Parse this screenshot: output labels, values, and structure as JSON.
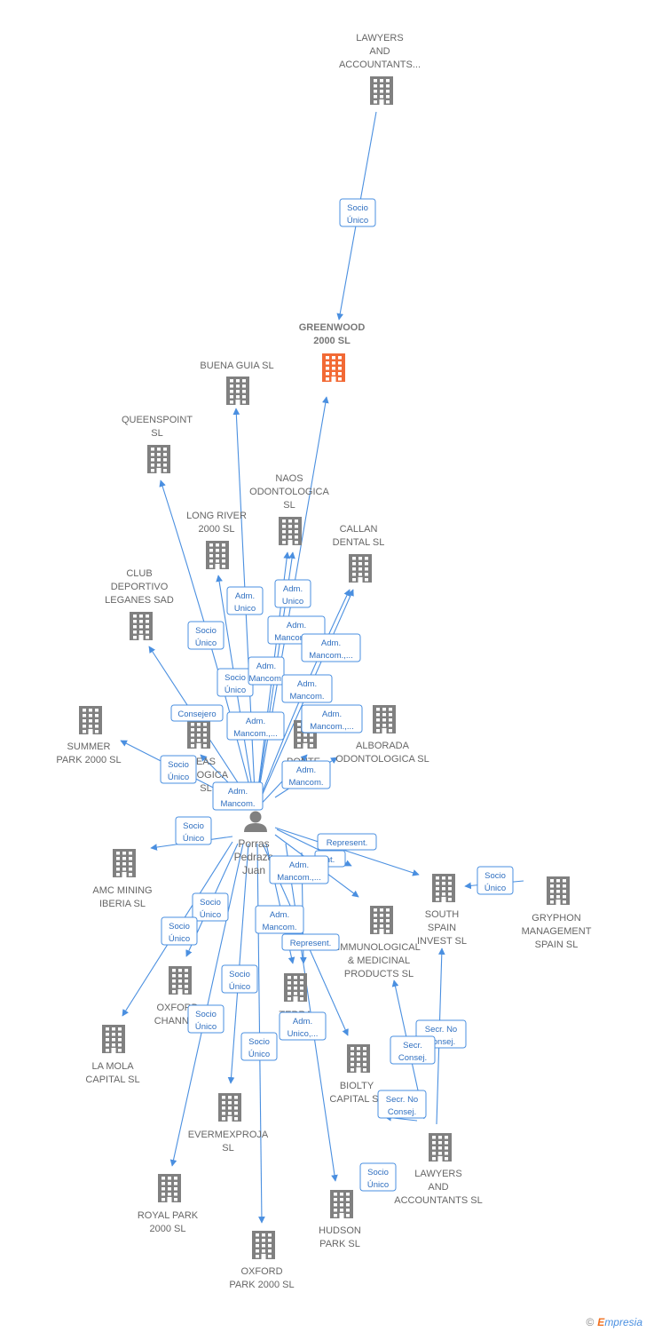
{
  "colors": {
    "building": "#808080",
    "focus_building": "#f26a35",
    "edge": "#4a8fe0",
    "person": "#808080"
  },
  "person": {
    "label": [
      "Porras",
      "Pedraza",
      "Juan"
    ]
  },
  "nodes": [
    {
      "id": "lawyers_top",
      "label": [
        "LAWYERS",
        "AND",
        "ACCOUNTANTS..."
      ],
      "icon": "building-icon"
    },
    {
      "id": "greenwood",
      "label": [
        "GREENWOOD",
        "2000  SL"
      ],
      "icon": "building-icon",
      "focus": true
    },
    {
      "id": "buena_guia",
      "label": [
        "BUENA GUIA  SL"
      ],
      "icon": "building-icon"
    },
    {
      "id": "queenspoint",
      "label": [
        "QUEENSPOINT",
        "SL"
      ],
      "icon": "building-icon"
    },
    {
      "id": "naos",
      "label": [
        "NAOS",
        "ODONTOLOGICA",
        "SL"
      ],
      "icon": "building-icon"
    },
    {
      "id": "long_river",
      "label": [
        "LONG RIVER",
        "2000  SL"
      ],
      "icon": "building-icon"
    },
    {
      "id": "callan",
      "label": [
        "CALLAN",
        "DENTAL SL"
      ],
      "icon": "building-icon"
    },
    {
      "id": "club",
      "label": [
        "CLUB",
        "DEPORTIVO",
        "LEGANES SAD"
      ],
      "icon": "building-icon"
    },
    {
      "id": "summer",
      "label": [
        "SUMMER",
        "PARK 2000  SL"
      ],
      "icon": "building-icon"
    },
    {
      "id": "ideas",
      "label": [
        "EAS",
        "OLOGICA",
        "SL"
      ],
      "icon": "building-icon"
    },
    {
      "id": "ponte",
      "label": [
        "PONTE",
        "C"
      ],
      "icon": "building-icon"
    },
    {
      "id": "alborada",
      "label": [
        "ALBORADA",
        "ODONTOLOGICA SL"
      ],
      "icon": "building-icon"
    },
    {
      "id": "amc",
      "label": [
        "AMC MINING",
        "IBERIA  SL"
      ],
      "icon": "building-icon"
    },
    {
      "id": "south_spain",
      "label": [
        "SOUTH",
        "SPAIN",
        "INVEST SL"
      ],
      "icon": "building-icon"
    },
    {
      "id": "gryphon",
      "label": [
        "GRYPHON",
        "MANAGEMENT",
        "SPAIN  SL"
      ],
      "icon": "building-icon"
    },
    {
      "id": "immunological",
      "label": [
        "IMMUNOLOGICAL",
        "& MEDICINAL",
        "PRODUCTS SL"
      ],
      "icon": "building-icon"
    },
    {
      "id": "oxford_channel",
      "label": [
        "OXFORD",
        "CHANNEL"
      ],
      "icon": "building-icon"
    },
    {
      "id": "la_mola",
      "label": [
        "LA MOLA",
        "CAPITAL  SL"
      ],
      "icon": "building-icon"
    },
    {
      "id": "terra",
      "label": [
        "TERRA",
        "DE"
      ],
      "icon": "building-icon"
    },
    {
      "id": "biolty",
      "label": [
        "BIOLTY",
        "CAPITAL SL"
      ],
      "icon": "building-icon"
    },
    {
      "id": "evermex",
      "label": [
        "EVERMEXPROJA",
        "SL"
      ],
      "icon": "building-icon"
    },
    {
      "id": "lawyers_bottom",
      "label": [
        "LAWYERS",
        "AND",
        "ACCOUNTANTS SL"
      ],
      "icon": "building-icon"
    },
    {
      "id": "royal",
      "label": [
        "ROYAL PARK",
        "2000  SL"
      ],
      "icon": "building-icon"
    },
    {
      "id": "hudson",
      "label": [
        "HUDSON",
        "PARK SL"
      ],
      "icon": "building-icon"
    },
    {
      "id": "oxford_park",
      "label": [
        "OXFORD",
        "PARK 2000  SL"
      ],
      "icon": "building-icon"
    }
  ],
  "edge_labels": [
    {
      "id": "l1",
      "text": [
        "Socio",
        "Único"
      ]
    },
    {
      "id": "l2",
      "text": [
        "Adm.",
        "Unico"
      ]
    },
    {
      "id": "l3",
      "text": [
        "Adm.",
        "Unico"
      ]
    },
    {
      "id": "l4",
      "text": [
        "Socio",
        "Único"
      ]
    },
    {
      "id": "l5",
      "text": [
        "Adm.",
        "Mancom.,..."
      ]
    },
    {
      "id": "l6",
      "text": [
        "Adm.",
        "Mancom.,..."
      ]
    },
    {
      "id": "l7",
      "text": [
        "Socio",
        "Único"
      ]
    },
    {
      "id": "l8",
      "text": [
        "Adm.",
        "Mancom."
      ]
    },
    {
      "id": "l9",
      "text": [
        "Adm.",
        "Mancom."
      ]
    },
    {
      "id": "l10",
      "text": [
        "Consejero"
      ]
    },
    {
      "id": "l11",
      "text": [
        "Adm.",
        "Mancom.,..."
      ]
    },
    {
      "id": "l12",
      "text": [
        "Adm.",
        "Mancom.,..."
      ]
    },
    {
      "id": "l13",
      "text": [
        "Socio",
        "Único"
      ]
    },
    {
      "id": "l14",
      "text": [
        "Adm.",
        "Mancom."
      ]
    },
    {
      "id": "l15",
      "text": [
        "Adm.",
        "Mancom."
      ]
    },
    {
      "id": "l16",
      "text": [
        "Socio",
        "Único"
      ]
    },
    {
      "id": "l17",
      "text": [
        "Represent."
      ]
    },
    {
      "id": "l18",
      "text": [
        "nt."
      ]
    },
    {
      "id": "l19",
      "text": [
        "Adm.",
        "Mancom.,..."
      ]
    },
    {
      "id": "l20",
      "text": [
        "Socio",
        "Único"
      ]
    },
    {
      "id": "l21",
      "text": [
        "Socio",
        "Único"
      ]
    },
    {
      "id": "l22",
      "text": [
        "Socio",
        "Único"
      ]
    },
    {
      "id": "l23",
      "text": [
        "Adm.",
        "Mancom."
      ]
    },
    {
      "id": "l24",
      "text": [
        "Represent."
      ]
    },
    {
      "id": "l25",
      "text": [
        "Socio",
        "Único"
      ]
    },
    {
      "id": "l26",
      "text": [
        "Socio",
        "Único"
      ]
    },
    {
      "id": "l27",
      "text": [
        "Adm.",
        "Unico,..."
      ]
    },
    {
      "id": "l28",
      "text": [
        "Secr.  No",
        "Consej."
      ]
    },
    {
      "id": "l29",
      "text": [
        "Secr.",
        "Consej."
      ]
    },
    {
      "id": "l30",
      "text": [
        "Secr.  No",
        "Consej."
      ]
    },
    {
      "id": "l31",
      "text": [
        "Socio",
        "Único"
      ]
    },
    {
      "id": "l32",
      "text": [
        "Socio",
        "Único"
      ]
    }
  ],
  "footer": {
    "copyright": "©",
    "brand_e": "E",
    "brand_rest": "mpresia"
  }
}
